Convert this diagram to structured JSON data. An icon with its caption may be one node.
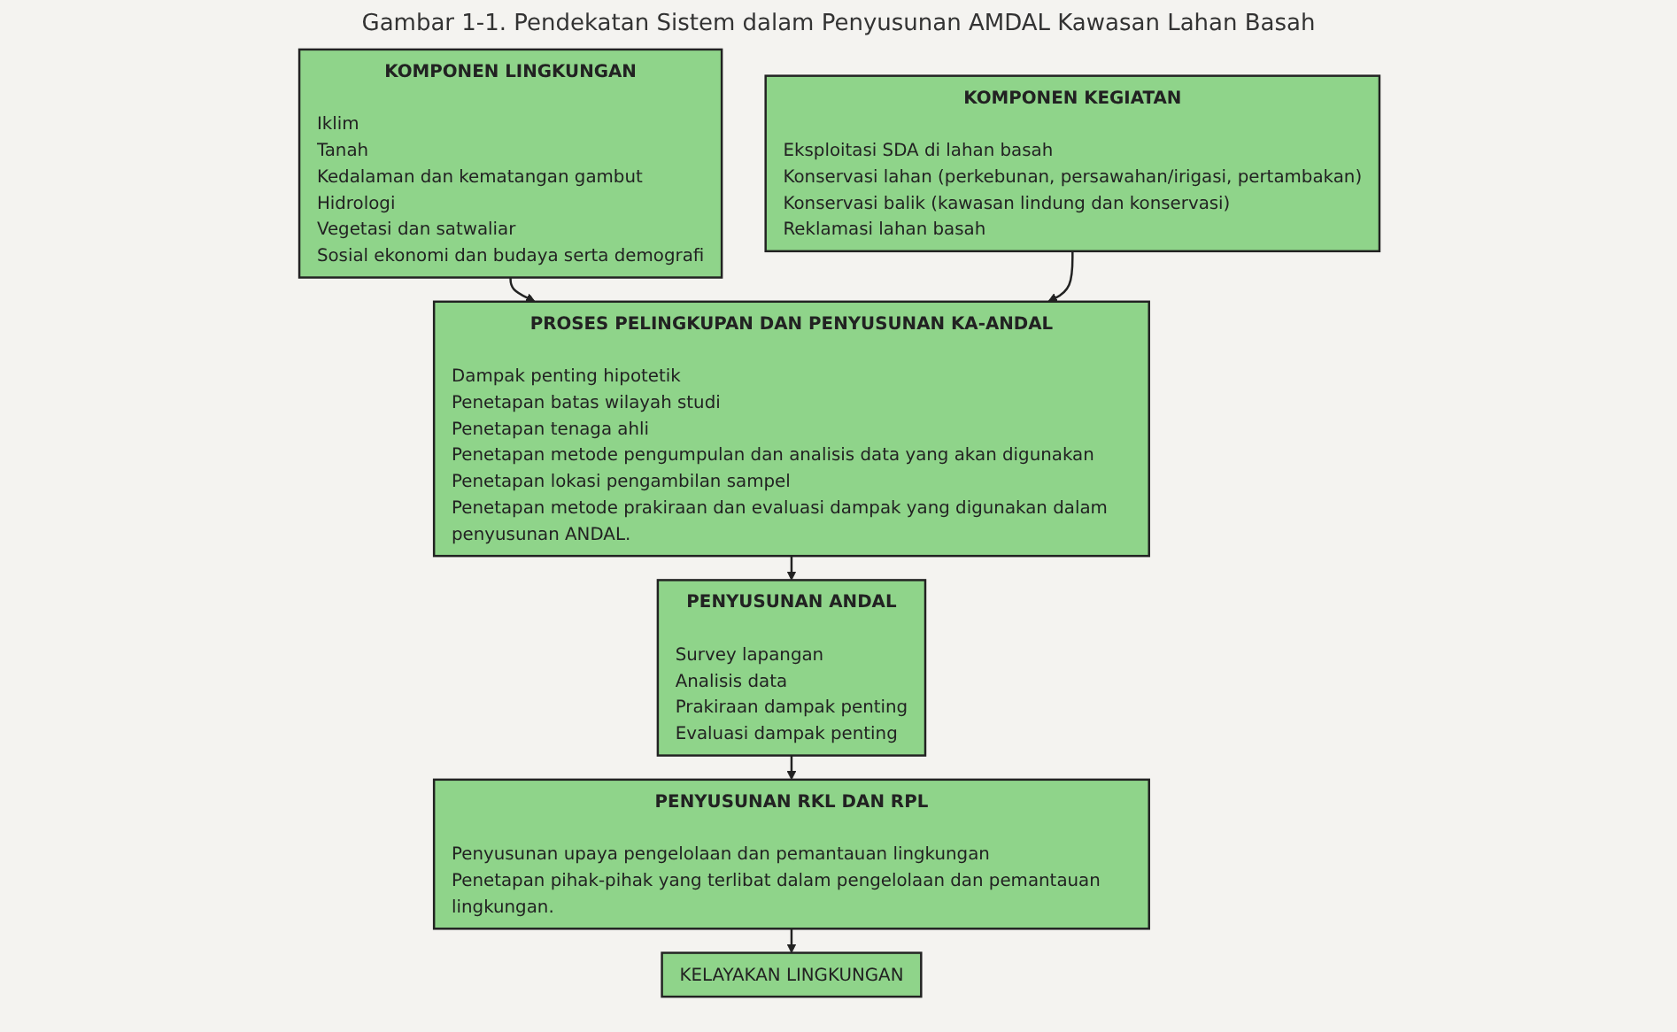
{
  "diagram": {
    "title": "Gambar 1-1. Pendekatan Sistem dalam Penyusunan AMDAL Kawasan Lahan Basah",
    "nodes": [
      {
        "text": [
          "KOMPONEN LINGKUNGAN",
          "Iklim",
          "Tanah",
          "Kedalaman dan kematangan gambut",
          "Hidrologi",
          "Vegetasi dan satwaliar",
          "Sosial ekonomi dan budaya serta demografi"
        ]
      },
      {
        "text": [
          "KOMPONEN KEGIATAN",
          "Eksploitasi SDA di lahan basah",
          "Konservasi lahan (perkebunan, persawahan/irigasi, pertambakan)",
          "Konservasi balik (kawasan lindung dan konservasi)",
          "Reklamasi lahan basah"
        ]
      },
      {
        "text": [
          "PROSES PELINGKUPAN DAN PENYUSUNAN KA-ANDAL",
          "Dampak penting hipotetik",
          "Penetapan batas wilayah studi",
          "Penetapan tenaga ahli",
          "Penetapan metode pengumpulan dan analisis data yang akan digunakan",
          "Penetapan lokasi pengambilan sampel",
          "Penetapan metode prakiraan dan evaluasi dampak yang digunakan dalam penyusunan ANDAL."
        ]
      },
      {
        "text": [
          "PENYUSUNAN ANDAL",
          "Survey lapangan",
          "Analisis data",
          "Prakiraan dampak penting",
          "Evaluasi dampak penting"
        ]
      },
      {
        "text": [
          "PENYUSUNAN RKL DAN RPL",
          "Penyusunan upaya pengelolaan dan pemantauan lingkungan",
          "Penetapan pihak-pihak yang terlibat dalam pengelolaan dan pemantauan lingkungan."
        ]
      },
      {
        "text": [
          "KELAYAKAN LINGKUNGAN"
        ]
      }
    ],
    "edges": [
      {
        "from": 0,
        "to": 2,
        "arrow": "to"
      },
      {
        "from": 1,
        "to": 2,
        "arrow": "to"
      },
      {
        "from": 2,
        "to": 3,
        "arrow": "to"
      },
      {
        "from": 3,
        "to": 4,
        "arrow": "to"
      },
      {
        "from": 4,
        "to": 5,
        "arrow": "to"
      }
    ]
  }
}
